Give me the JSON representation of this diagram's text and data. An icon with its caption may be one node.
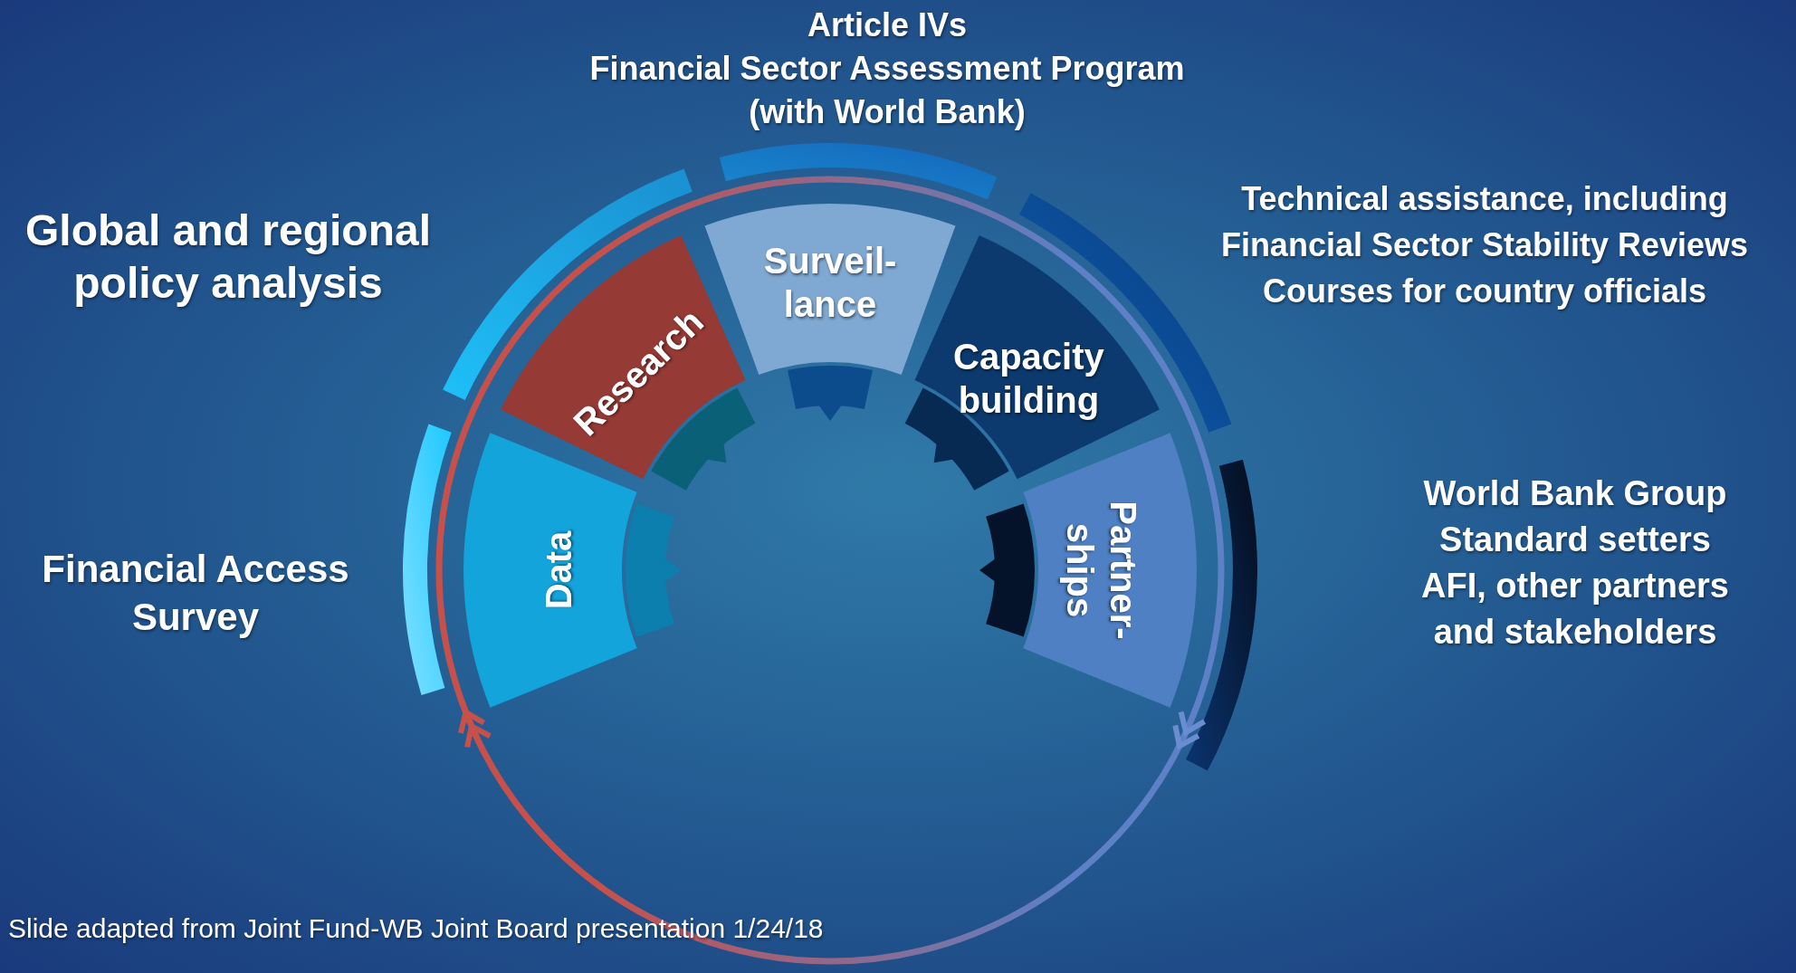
{
  "diagram": {
    "nodes": [
      {
        "text": [
          "Data"
        ]
      },
      {
        "text": [
          "Research"
        ]
      },
      {
        "text": [
          "Surveil- lance"
        ]
      },
      {
        "text": [
          "Capacity building"
        ]
      },
      {
        "text": [
          "Partner- ships"
        ]
      }
    ],
    "labels": [
      "Article IVs",
      "Financial Sector Assessment Program",
      "(with World Bank)",
      "Global and regional policy analysis",
      "Technical assistance, including Financial Sector Stability Reviews",
      "Courses for country officials",
      "Financial Access Survey",
      "World Bank Group",
      "Standard setters",
      "AFI, other partners and stakeholders",
      "Slide adapted from Joint Fund-WB Joint Board presentation 1/24/18"
    ]
  }
}
